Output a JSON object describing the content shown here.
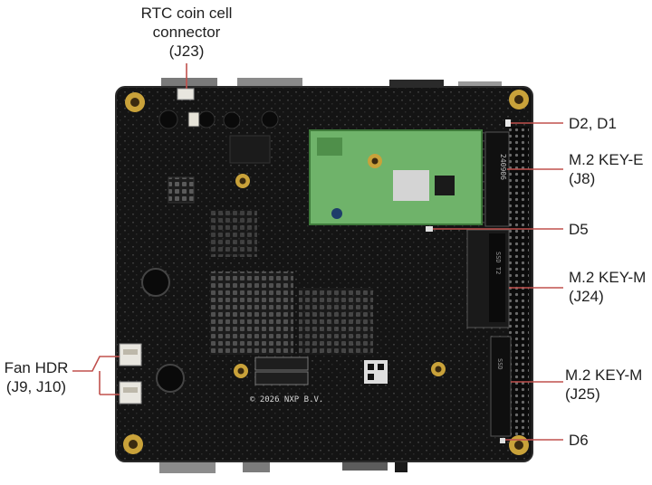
{
  "callouts": {
    "rtc": {
      "line1": "RTC coin cell",
      "line2": "connector",
      "line3": "(J23)"
    },
    "d2d1": {
      "line1": "D2, D1"
    },
    "m2_key_e": {
      "line1": "M.2 KEY-E",
      "line2": "(J8)"
    },
    "d5": {
      "line1": "D5"
    },
    "m2_key_m_j24": {
      "line1": "M.2 KEY-M",
      "line2": "(J24)"
    },
    "m2_key_m_j25": {
      "line1": "M.2 KEY-M",
      "line2": "(J25)"
    },
    "d6": {
      "line1": "D6"
    },
    "fan": {
      "line1": "Fan HDR",
      "line2": "(J9, J10)"
    }
  },
  "board": {
    "silkscreen": "© 2026 NXP B.V.",
    "module_label": "240906",
    "slot_j24_label": "SSD T2",
    "slot_j25_label": "SSD"
  },
  "colors": {
    "pcb": "#141414",
    "leader_line": "#c0504d",
    "module": "#6fb36a",
    "gold": "#c9a23a",
    "connector": "#e8e6df"
  }
}
